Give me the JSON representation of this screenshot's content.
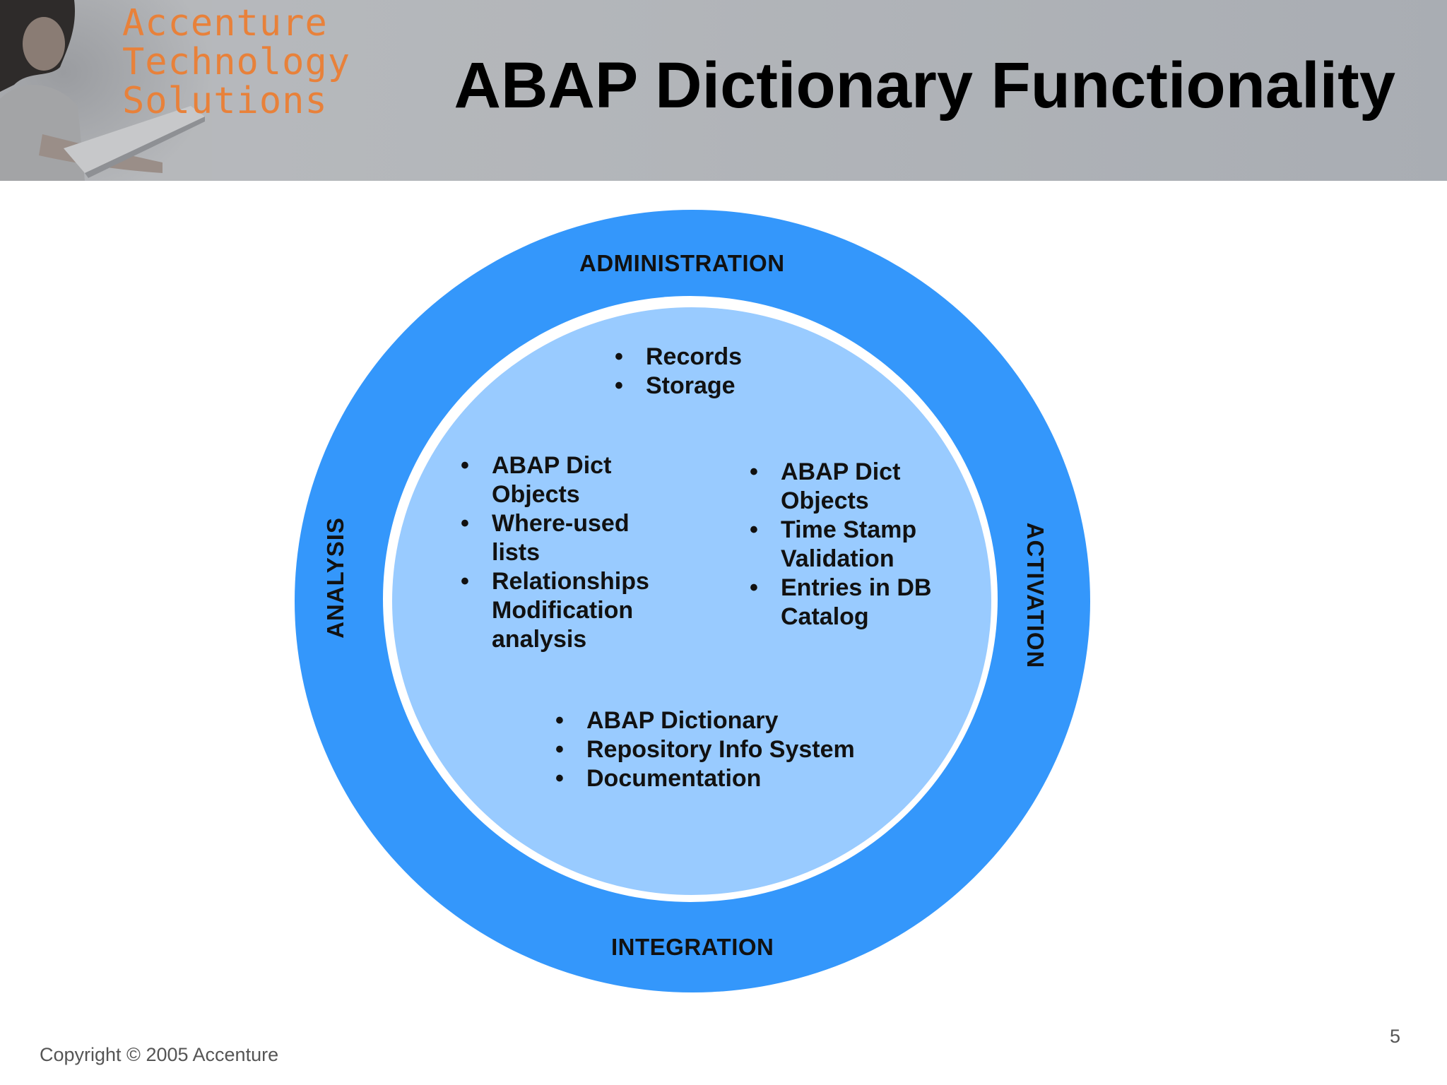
{
  "header": {
    "brand_lines": [
      "Accenture",
      "Technology",
      "Solutions"
    ],
    "title": "ABAP Dictionary Functionality"
  },
  "diagram": {
    "outer_labels": {
      "top": "ADMINISTRATION",
      "bottom": "INTEGRATION",
      "left": "ANALYSIS",
      "right": "ACTIVATION"
    },
    "lists": {
      "top": [
        "Records",
        "Storage"
      ],
      "left": [
        "ABAP Dict Objects",
        "Where-used lists",
        "Relationships Modification analysis"
      ],
      "right": [
        "ABAP Dict Objects",
        "Time Stamp Validation",
        "Entries in DB Catalog"
      ],
      "bottom": [
        "ABAP Dictionary",
        "Repository Info System",
        "Documentation"
      ]
    },
    "colors": {
      "outer_ring": "#3497fb",
      "inner_circle": "#99cbff",
      "separator": "#ffffff"
    }
  },
  "footer": {
    "copyright": "Copyright © 2005 Accenture",
    "page_number": "5"
  }
}
